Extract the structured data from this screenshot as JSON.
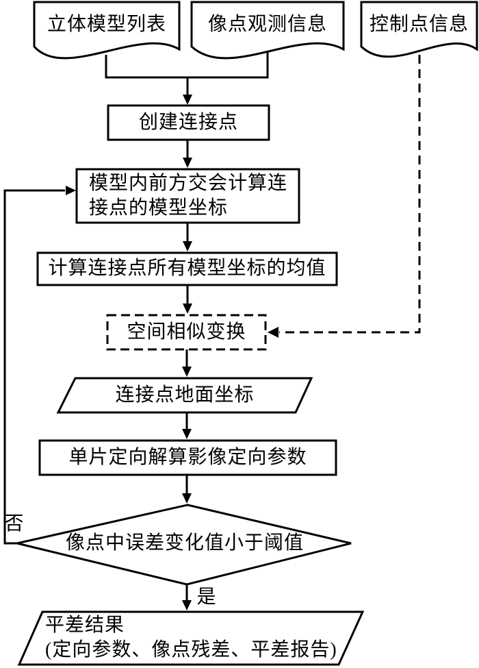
{
  "flowchart": {
    "inputs": [
      {
        "label": "立体模型列表"
      },
      {
        "label": "像点观测信息"
      },
      {
        "label": "控制点信息"
      }
    ],
    "steps": {
      "create_tie_points": "创建连接点",
      "forward_intersection": "模型内前方交会计算连\n接点的模型坐标",
      "mean_model_coords": "计算连接点所有模型坐标的均值",
      "spatial_similarity_transform": "空间相似变换",
      "tie_point_ground_coords": "连接点地面坐标",
      "single_photo_orientation": "单片定向解算影像定向参数",
      "decision_rms_threshold": "像点中误差变化值小于阈值",
      "adjustment_result": "平差结果\n(定向参数、像点残差、平差报告)"
    },
    "branch_labels": {
      "no": "否",
      "yes": "是"
    },
    "colors": {
      "line": "#000000",
      "background": "#ffffff",
      "text": "#000000"
    }
  }
}
